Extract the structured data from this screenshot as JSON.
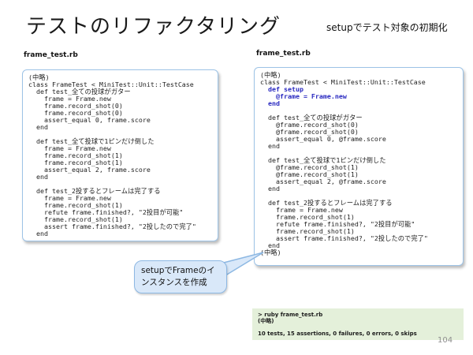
{
  "slide": {
    "title": "テストのリファクタリング",
    "subtitle": "setupでテスト対象の初期化",
    "page_number": "104"
  },
  "left_panel": {
    "filename": "frame_test.rb",
    "code_lines": [
      "(中略)",
      "class FrameTest < MiniTest::Unit::TestCase",
      "  def test_全ての投球がガター",
      "    frame = Frame.new",
      "    frame.record_shot(0)",
      "    frame.record_shot(0)",
      "    assert_equal 0, frame.score",
      "  end",
      "",
      "  def test_全て投球で1ピンだけ倒した",
      "    frame = Frame.new",
      "    frame.record_shot(1)",
      "    frame.record_shot(1)",
      "    assert_equal 2, frame.score",
      "  end",
      "",
      "  def test_2投するとフレームは完了する",
      "    frame = Frame.new",
      "    frame.record_shot(1)",
      "    refute frame.finished?, \"2投目が可能\"",
      "    frame.record_shot(1)",
      "    assert frame.finished?, \"2投したので完了\"",
      "  end"
    ]
  },
  "right_panel": {
    "filename": "frame_test.rb",
    "code_lines": [
      {
        "t": "(中略)",
        "hl": false
      },
      {
        "t": "class FrameTest < MiniTest::Unit::TestCase",
        "hl": false
      },
      {
        "t": "  def setup",
        "hl": true
      },
      {
        "t": "    @frame = Frame.new",
        "hl": true
      },
      {
        "t": "  end",
        "hl": true
      },
      {
        "t": "",
        "hl": false
      },
      {
        "t": "  def test_全ての投球がガター",
        "hl": false
      },
      {
        "t": "    @frame.record_shot(0)",
        "hl": false
      },
      {
        "t": "    @frame.record_shot(0)",
        "hl": false
      },
      {
        "t": "    assert_equal 0, @frame.score",
        "hl": false
      },
      {
        "t": "  end",
        "hl": false
      },
      {
        "t": "",
        "hl": false
      },
      {
        "t": "  def test_全て投球で1ピンだけ倒した",
        "hl": false
      },
      {
        "t": "    @frame.record_shot(1)",
        "hl": false
      },
      {
        "t": "    @frame.record_shot(1)",
        "hl": false
      },
      {
        "t": "    assert_equal 2, @frame.score",
        "hl": false
      },
      {
        "t": "  end",
        "hl": false
      },
      {
        "t": "",
        "hl": false
      },
      {
        "t": "  def test_2投するとフレームは完了する",
        "hl": false
      },
      {
        "t": "    frame = Frame.new",
        "hl": false
      },
      {
        "t": "    frame.record_shot(1)",
        "hl": false
      },
      {
        "t": "    refute frame.finished?, \"2投目が可能\"",
        "hl": false
      },
      {
        "t": "    frame.record_shot(1)",
        "hl": false
      },
      {
        "t": "    assert frame.finished?, \"2投したので完了\"",
        "hl": false
      },
      {
        "t": "  end",
        "hl": false
      },
      {
        "t": "(中略)",
        "hl": false
      }
    ]
  },
  "callout": {
    "text": "setupでFrameのイ\nンスタンスを作成"
  },
  "terminal": {
    "lines": [
      "> ruby frame_test.rb",
      "(中略)",
      "",
      "10 tests, 15 assertions, 0 failures, 0 errors, 0 skips"
    ]
  },
  "colors": {
    "code_highlight": "#2929c0",
    "code_text": "#1f1f1f",
    "box_border": "#9dc3e6",
    "callout_fill": "#d9e8f9",
    "callout_border": "#8db8e3",
    "terminal_bg": "#e4f0da"
  }
}
